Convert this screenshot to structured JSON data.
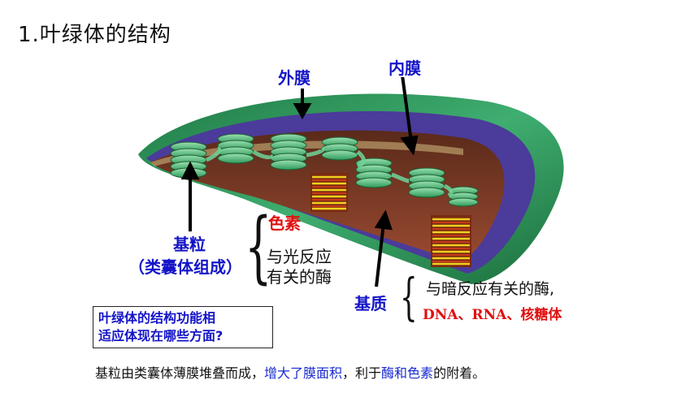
{
  "title": "1.叶绿体的结构",
  "labels": {
    "outer_membrane": "外膜",
    "inner_membrane": "内膜",
    "grana": "基粒",
    "grana_sub": "（类囊体组成）",
    "stroma": "基质"
  },
  "grana_contents": {
    "pigment": "色素",
    "enzyme_line1": "与光反应",
    "enzyme_line2": "有关的酶"
  },
  "stroma_contents": {
    "enzyme": "与暗反应有关的酶,",
    "nucleic": "DNA、RNA、核糖体"
  },
  "question": {
    "line1": "叶绿体的结构功能相",
    "line2": "适应体现在哪些方面?"
  },
  "answer": {
    "part1": "基粒由类囊体薄膜堆叠而成，",
    "highlight1": "增大了膜面积",
    "part2": "，利于",
    "highlight2": "酶和色素",
    "part3": "的附着。"
  },
  "colors": {
    "label_blue": "#1414c8",
    "highlight_red": "#e01010",
    "outer_green": "#2e8b57",
    "inner_purple": "#4b3b9a",
    "stroma_brown": "#7a3a28"
  }
}
